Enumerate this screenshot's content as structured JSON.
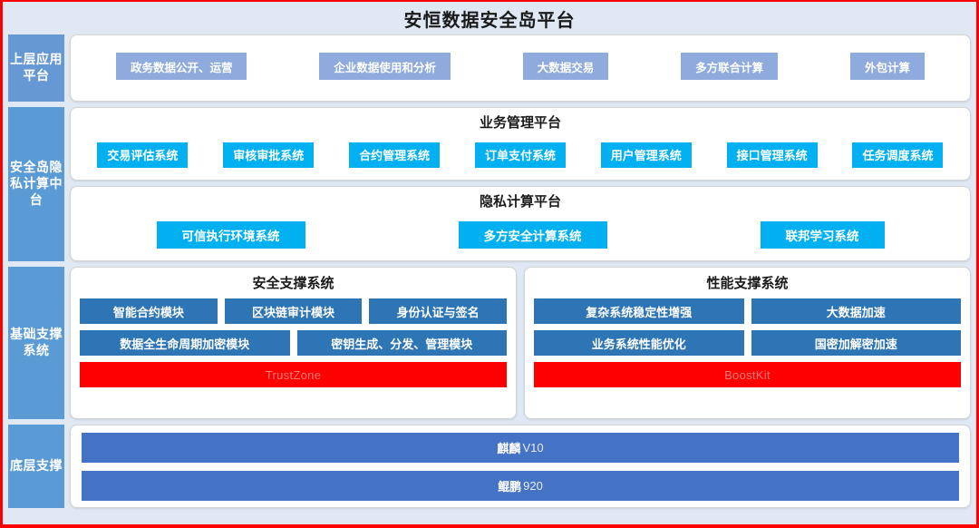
{
  "title": "安恒数据安全岛平台",
  "bands": {
    "application": {
      "rail_label": "上层应用平台",
      "items": [
        "政务数据公开、运营",
        "企业数据使用和分析",
        "大数据交易",
        "多方联合计算",
        "外包计算"
      ]
    },
    "middle": {
      "rail_label": "安全岛隐私计算中台",
      "business_platform": {
        "title": "业务管理平台",
        "items": [
          "交易评估系统",
          "审核审批系统",
          "合约管理系统",
          "订单支付系统",
          "用户管理系统",
          "接口管理系统",
          "任务调度系统"
        ]
      },
      "privacy_platform": {
        "title": "隐私计算平台",
        "items": [
          "可信执行环境系统",
          "多方安全计算系统",
          "联邦学习系统"
        ]
      }
    },
    "base": {
      "rail_label": "基础支撑系统",
      "security_card": {
        "title": "安全支撑系统",
        "row1": [
          "智能合约模块",
          "区块链审计模块",
          "身份认证与签名"
        ],
        "row2": [
          "数据全生命周期加密模块",
          "密钥生成、分发、管理模块"
        ],
        "footer": "TrustZone"
      },
      "performance_card": {
        "title": "性能支撑系统",
        "row1": [
          "复杂系统稳定性增强",
          "大数据加速"
        ],
        "row2": [
          "业务系统性能优化",
          "国密加解密加速"
        ],
        "footer": "BoostKit"
      }
    },
    "bottom": {
      "rail_label": "底层支撑",
      "items": [
        {
          "name": "麒麟",
          "suffix": "V10"
        },
        {
          "name": "鲲鹏",
          "suffix": "920"
        }
      ]
    }
  },
  "colors": {
    "page_background": "#dfe8f3",
    "outer_border": "#ff0000",
    "rail_blue": "#5b9bd5",
    "rail_app_blue": "#6699d4",
    "chip_app": "#8faadc",
    "chip_cyan": "#00b0f0",
    "chip_dark": "#2e75b6",
    "chip_red": "#ff0000",
    "chip_bottom": "#4472c4"
  }
}
